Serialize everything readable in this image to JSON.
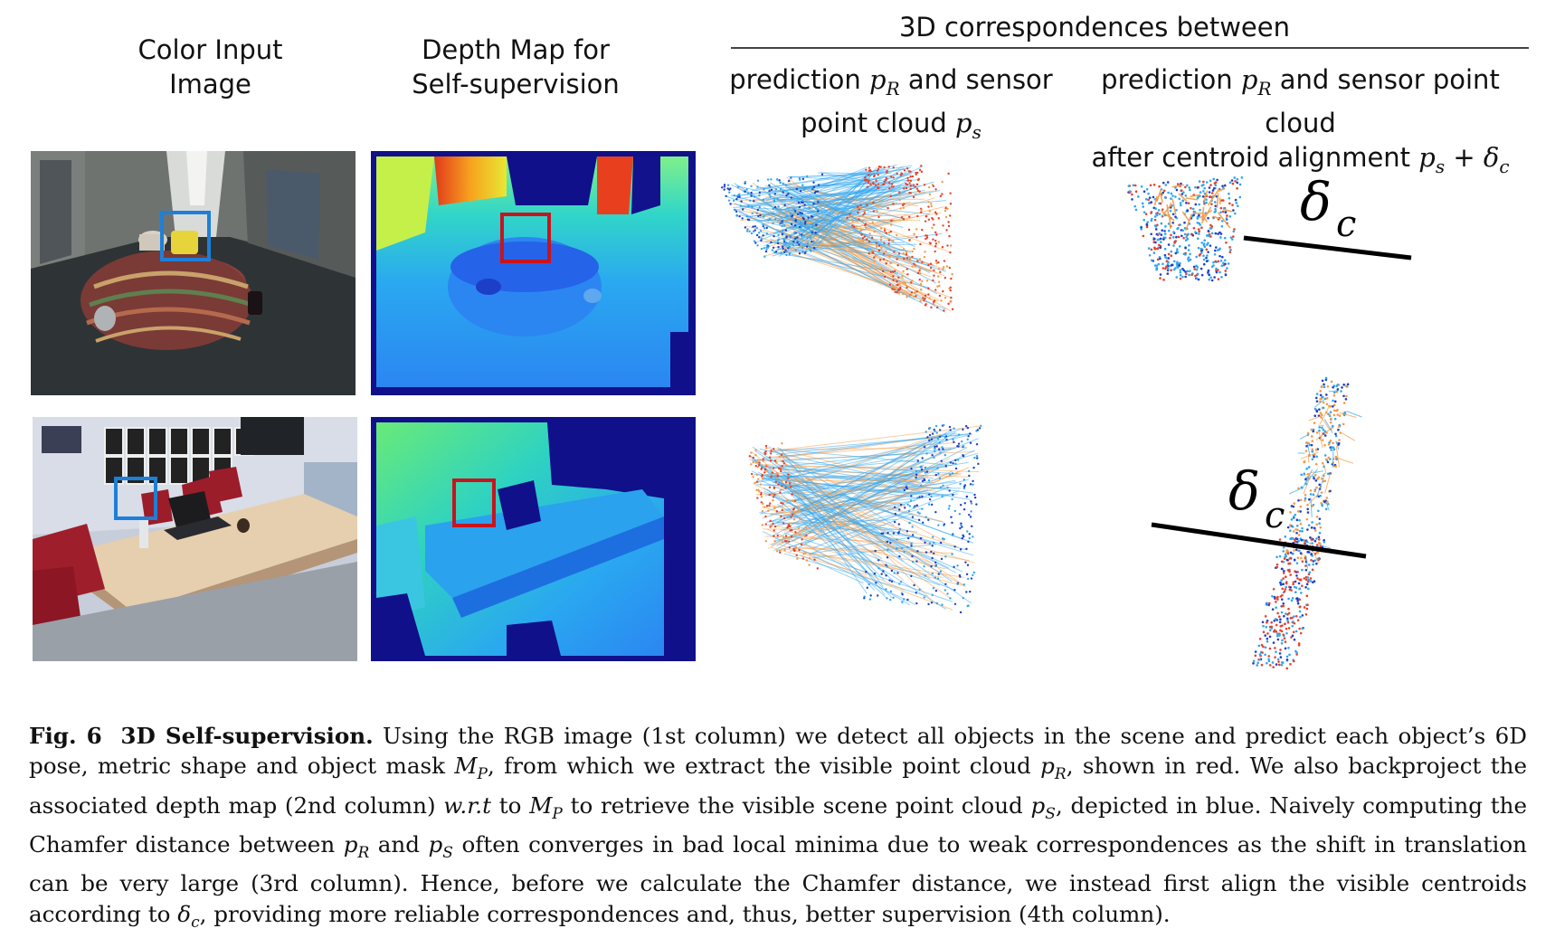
{
  "headers": {
    "col1": [
      "Color Input",
      "Image"
    ],
    "col2": [
      "Depth Map for",
      "Self-supervision"
    ],
    "group": "3D correspondences between",
    "col3_line1_pre": "prediction ",
    "col3_line1_sym": "p",
    "col3_line1_sub": "R",
    "col3_line1_post": " and sensor",
    "col3_line2_pre": "point cloud ",
    "col3_line2_sym": "p",
    "col3_line2_sub": "s",
    "col4_line1_pre": "prediction ",
    "col4_line1_sym": "p",
    "col4_line1_sub": "R",
    "col4_line1_post": " and sensor point cloud",
    "col4_line2_pre": "after centroid alignment ",
    "col4_line2_sym": "p",
    "col4_line2_sub": "s",
    "col4_line2_plus": " + ",
    "col4_line2_delta": "δ",
    "col4_line2_dsub": "c"
  },
  "delta_labels": [
    {
      "symbol": "δ",
      "sub": "c"
    },
    {
      "symbol": "δ",
      "sub": "c"
    }
  ],
  "caption": {
    "fig": "Fig. 6",
    "title": "3D Self-supervision.",
    "seg1": " Using the RGB image (1st column) we detect all objects in the scene and predict each object’s 6D pose, metric shape and object mask ",
    "M": "M",
    "P": "P",
    "seg2": ", from which we extract the visible point cloud ",
    "p1": "p",
    "R1": "R",
    "seg3": ", shown in red. We also backproject the associated depth map (2nd column) ",
    "wrt": "w.r.t",
    "seg4": " to ",
    "M2": "M",
    "P2": "P",
    "seg5": " to retrieve the visible scene point cloud ",
    "p2": "p",
    "S2": "S",
    "seg6": ", depicted in blue. Naively computing the Chamfer distance between ",
    "p3": "p",
    "R3": "R",
    "seg7": " and ",
    "p4": "p",
    "S4": "S",
    "seg8": " often converges in bad local minima due to weak correspondences as the shift in translation can be very large (3rd column). Hence, before we calculate the Chamfer distance, we instead first align the visible centroids according to ",
    "d": "δ",
    "c": "c",
    "seg9": ", providing more reliable correspondences and, thus, better supervision (4th column)."
  },
  "colors": {
    "box_blue": "#1e7fd8",
    "box_red": "#c8141e",
    "pred_red": "#e8402a",
    "pred_orange": "#f59a44",
    "sensor_blue": "#2ea6f2",
    "sensor_dark": "#1d3fc8",
    "depth_bg": "#10108a"
  }
}
